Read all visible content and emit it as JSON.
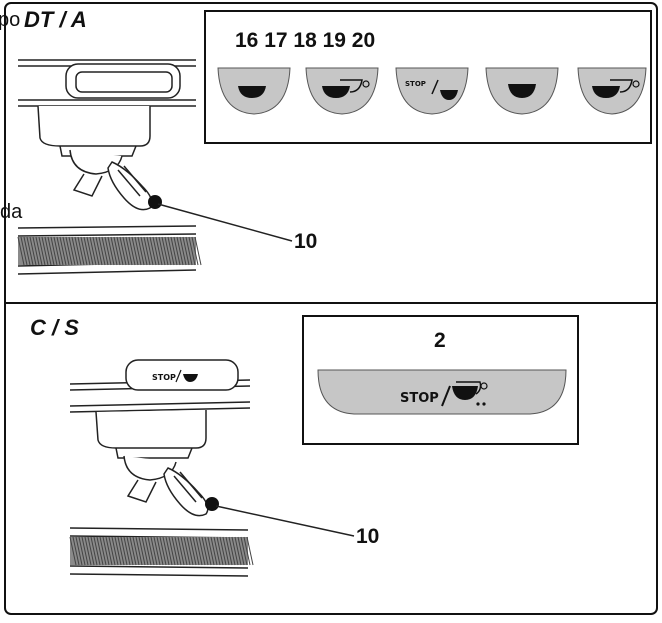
{
  "top_section": {
    "stray_text_left": "po",
    "model_label": "DT / A",
    "side_text": "da",
    "callout_number": "10",
    "keypad_numbers": "16 17 18 19 20",
    "buttons": [
      {
        "id": "16",
        "icon": "single-cup-icon"
      },
      {
        "id": "17",
        "icon": "double-cup-icon"
      },
      {
        "id": "18",
        "icon": "stop-continuous-icon",
        "label": "STOP"
      },
      {
        "id": "19",
        "icon": "single-cup-icon"
      },
      {
        "id": "20",
        "icon": "double-cup-icon"
      }
    ]
  },
  "bottom_section": {
    "model_label": "C / S",
    "callout_number": "10",
    "keypad_number": "2",
    "button": {
      "label": "STOP",
      "icon": "stop-cup-icon"
    },
    "mini_panel_label": "STOP"
  },
  "colors": {
    "frame": "#111111",
    "button_fill": "#c6c6c6",
    "machine_stroke": "#222222"
  }
}
